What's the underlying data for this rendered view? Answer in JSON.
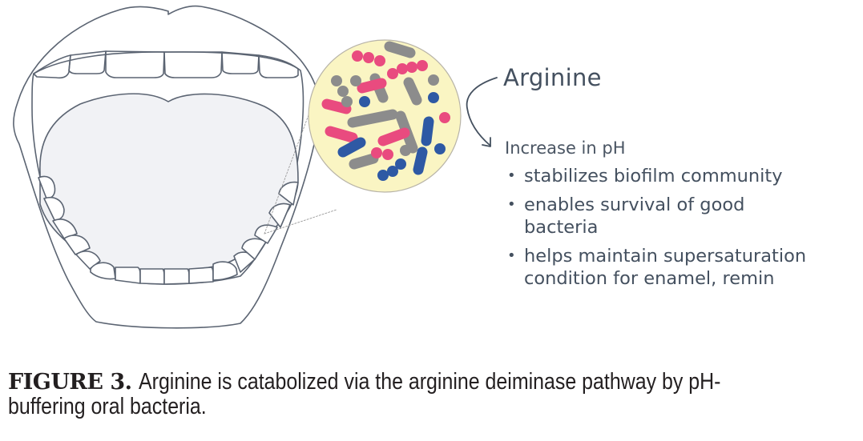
{
  "figure": {
    "label": "FIGURE 3.",
    "caption_line1": "Arginine is catabolized via the arginine deiminase pathway by pH-",
    "caption_line2": "buffering oral bacteria."
  },
  "diagram": {
    "title": "Arginine",
    "effect": "Increase in pH",
    "bullets": [
      {
        "lines": [
          "stabilizes biofilm community"
        ]
      },
      {
        "lines": [
          "enables survival of good",
          "bacteria"
        ]
      },
      {
        "lines": [
          "helps maintain supersaturation",
          "condition for enamel, remin"
        ]
      }
    ],
    "bullet_glyph": "•",
    "icons": [
      "open-mouth-illustration",
      "biofilm-magnifier-circle",
      "curved-arrow-icon"
    ]
  },
  "colors": {
    "outline": "#5b6472",
    "tongue": "#f1f2f5",
    "biofilm_bg": "#faf5c3",
    "bacteria_pink": "#e94b7f",
    "bacteria_gray": "#8c8c8c",
    "bacteria_blue": "#2e59a4",
    "text": "#44505f"
  }
}
